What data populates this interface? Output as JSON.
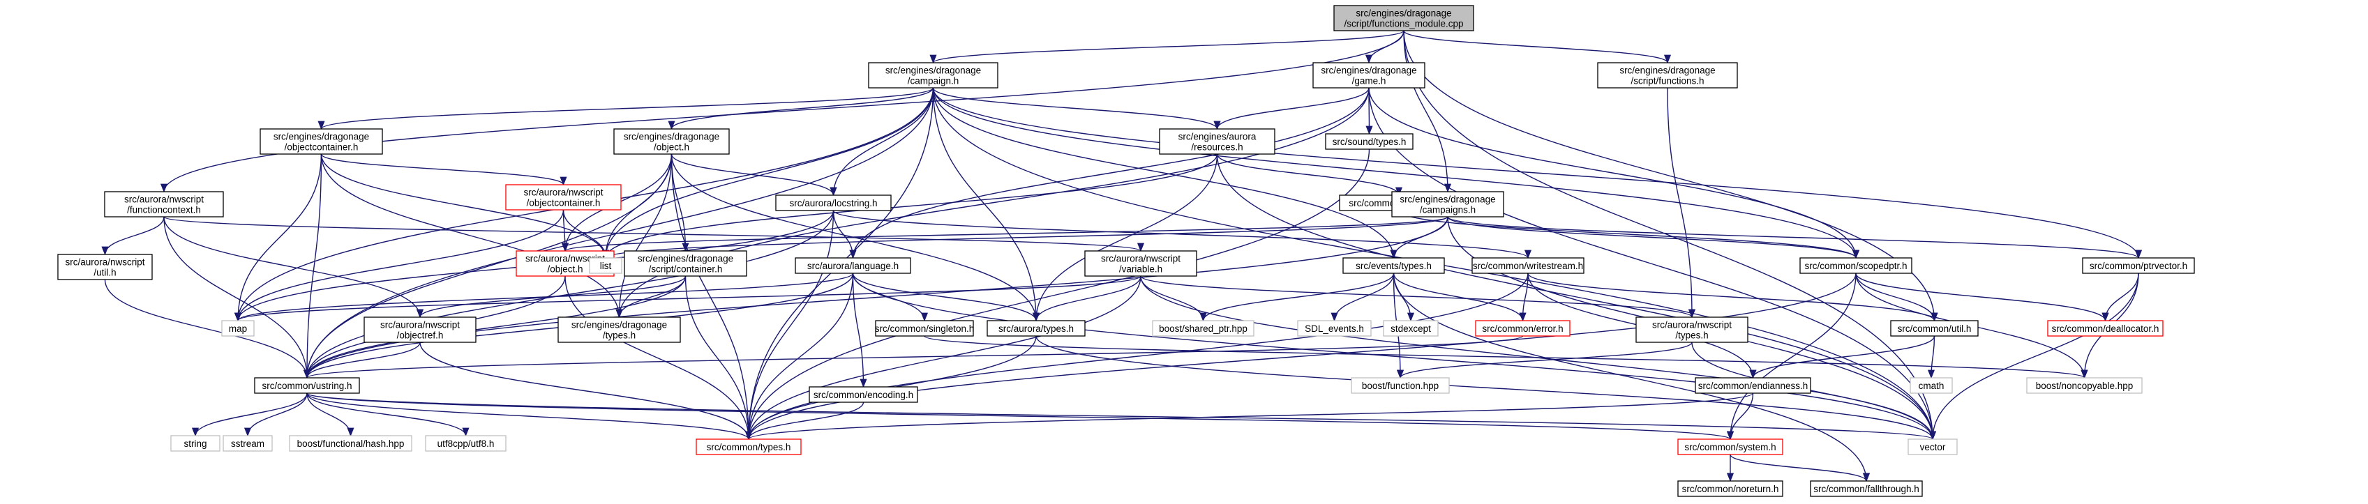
{
  "nodes": {
    "root": {
      "lines": [
        "src/engines/dragonage",
        "/script/functions_module.cpp"
      ],
      "style": "root"
    },
    "campaign": {
      "lines": [
        "src/engines/dragonage",
        "/campaign.h"
      ],
      "style": "normal"
    },
    "game": {
      "lines": [
        "src/engines/dragonage",
        "/game.h"
      ],
      "style": "normal"
    },
    "functions": {
      "lines": [
        "src/engines/dragonage",
        "/script/functions.h"
      ],
      "style": "normal"
    },
    "objectcontainer": {
      "lines": [
        "src/engines/dragonage",
        "/objectcontainer.h"
      ],
      "style": "normal"
    },
    "object": {
      "lines": [
        "src/engines/dragonage",
        "/object.h"
      ],
      "style": "normal"
    },
    "resources": {
      "lines": [
        "src/engines/aurora",
        "/resources.h"
      ],
      "style": "normal"
    },
    "soundtypes": {
      "lines": [
        "src/sound/types.h"
      ],
      "style": "normal"
    },
    "functioncontext": {
      "lines": [
        "src/aurora/nwscript",
        "/functioncontext.h"
      ],
      "style": "normal"
    },
    "nwobjectcontainer": {
      "lines": [
        "src/aurora/nwscript",
        "/objectcontainer.h"
      ],
      "style": "red"
    },
    "locstring": {
      "lines": [
        "src/aurora/locstring.h"
      ],
      "style": "normal"
    },
    "changeid": {
      "lines": [
        "src/common/changeid.h"
      ],
      "style": "normal"
    },
    "campaigns": {
      "lines": [
        "src/engines/dragonage",
        "/campaigns.h"
      ],
      "style": "normal"
    },
    "nwutil": {
      "lines": [
        "src/aurora/nwscript",
        "/util.h"
      ],
      "style": "normal"
    },
    "nwobject": {
      "lines": [
        "src/aurora/nwscript",
        "/object.h"
      ],
      "style": "red"
    },
    "list": {
      "lines": [
        "list"
      ],
      "style": "ext"
    },
    "scriptcontainer": {
      "lines": [
        "src/engines/dragonage",
        "/script/container.h"
      ],
      "style": "normal"
    },
    "language": {
      "lines": [
        "src/aurora/language.h"
      ],
      "style": "normal"
    },
    "variable": {
      "lines": [
        "src/aurora/nwscript",
        "/variable.h"
      ],
      "style": "normal"
    },
    "eventstypes": {
      "lines": [
        "src/events/types.h"
      ],
      "style": "normal"
    },
    "writestream": {
      "lines": [
        "src/common/writestream.h"
      ],
      "style": "normal"
    },
    "scopedptr": {
      "lines": [
        "src/common/scopedptr.h"
      ],
      "style": "normal"
    },
    "ptrvector": {
      "lines": [
        "src/common/ptrvector.h"
      ],
      "style": "normal"
    },
    "map": {
      "lines": [
        "map"
      ],
      "style": "ext"
    },
    "objectref": {
      "lines": [
        "src/aurora/nwscript",
        "/objectref.h"
      ],
      "style": "normal"
    },
    "dragonagetypes": {
      "lines": [
        "src/engines/dragonage",
        "/types.h"
      ],
      "style": "normal"
    },
    "singleton": {
      "lines": [
        "src/common/singleton.h"
      ],
      "style": "normal"
    },
    "auroratypes": {
      "lines": [
        "src/aurora/types.h"
      ],
      "style": "normal"
    },
    "sharedptr": {
      "lines": [
        "boost/shared_ptr.hpp"
      ],
      "style": "ext"
    },
    "sdlevents": {
      "lines": [
        "SDL_events.h"
      ],
      "style": "ext"
    },
    "stdexcept": {
      "lines": [
        "stdexcept"
      ],
      "style": "ext"
    },
    "error": {
      "lines": [
        "src/common/error.h"
      ],
      "style": "red"
    },
    "nwtypes": {
      "lines": [
        "src/aurora/nwscript",
        "/types.h"
      ],
      "style": "normal"
    },
    "util": {
      "lines": [
        "src/common/util.h"
      ],
      "style": "normal"
    },
    "deallocator": {
      "lines": [
        "src/common/deallocator.h"
      ],
      "style": "red"
    },
    "ustring": {
      "lines": [
        "src/common/ustring.h"
      ],
      "style": "normal"
    },
    "encoding": {
      "lines": [
        "src/common/encoding.h"
      ],
      "style": "normal"
    },
    "boostfunction": {
      "lines": [
        "boost/function.hpp"
      ],
      "style": "ext"
    },
    "endianness": {
      "lines": [
        "src/common/endianness.h"
      ],
      "style": "normal"
    },
    "cmath": {
      "lines": [
        "cmath"
      ],
      "style": "ext"
    },
    "noncopyable": {
      "lines": [
        "boost/noncopyable.hpp"
      ],
      "style": "ext"
    },
    "string": {
      "lines": [
        "string"
      ],
      "style": "ext"
    },
    "sstream": {
      "lines": [
        "sstream"
      ],
      "style": "ext"
    },
    "hash": {
      "lines": [
        "boost/functional/hash.hpp"
      ],
      "style": "ext"
    },
    "utf8": {
      "lines": [
        "utf8cpp/utf8.h"
      ],
      "style": "ext"
    },
    "commontypes": {
      "lines": [
        "src/common/types.h"
      ],
      "style": "red"
    },
    "system": {
      "lines": [
        "src/common/system.h"
      ],
      "style": "red"
    },
    "vector": {
      "lines": [
        "vector"
      ],
      "style": "ext"
    },
    "noreturn": {
      "lines": [
        "src/common/noreturn.h"
      ],
      "style": "normal"
    },
    "fallthrough": {
      "lines": [
        "src/common/fallthrough.h"
      ],
      "style": "normal"
    }
  },
  "edges": [
    [
      "root",
      "campaign"
    ],
    [
      "root",
      "game"
    ],
    [
      "root",
      "functions"
    ],
    [
      "root",
      "campaigns"
    ],
    [
      "root",
      "functioncontext"
    ],
    [
      "root",
      "util"
    ],
    [
      "root",
      "vector"
    ],
    [
      "campaign",
      "objectcontainer"
    ],
    [
      "campaign",
      "object"
    ],
    [
      "campaign",
      "resources"
    ],
    [
      "campaign",
      "locstring"
    ],
    [
      "campaign",
      "eventstypes"
    ],
    [
      "campaign",
      "scopedptr"
    ],
    [
      "campaign",
      "ptrvector"
    ],
    [
      "campaign",
      "auroratypes"
    ],
    [
      "campaign",
      "list"
    ],
    [
      "campaign",
      "map"
    ],
    [
      "campaign",
      "ustring"
    ],
    [
      "campaign",
      "commontypes"
    ],
    [
      "campaign",
      "vector"
    ],
    [
      "game",
      "resources"
    ],
    [
      "game",
      "soundtypes"
    ],
    [
      "game",
      "language"
    ],
    [
      "game",
      "scopedptr"
    ],
    [
      "game",
      "dragonagetypes"
    ],
    [
      "game",
      "vector"
    ],
    [
      "functions",
      "nwtypes"
    ],
    [
      "objectcontainer",
      "nwobjectcontainer"
    ],
    [
      "objectcontainer",
      "list"
    ],
    [
      "objectcontainer",
      "map"
    ],
    [
      "objectcontainer",
      "ustring"
    ],
    [
      "objectcontainer",
      "dragonagetypes"
    ],
    [
      "object",
      "nwobject"
    ],
    [
      "object",
      "locstring"
    ],
    [
      "object",
      "scriptcontainer"
    ],
    [
      "object",
      "auroratypes"
    ],
    [
      "object",
      "dragonagetypes"
    ],
    [
      "object",
      "list"
    ],
    [
      "object",
      "ustring"
    ],
    [
      "object",
      "commontypes"
    ],
    [
      "resources",
      "changeid"
    ],
    [
      "resources",
      "auroratypes"
    ],
    [
      "resources",
      "list"
    ],
    [
      "resources",
      "vector"
    ],
    [
      "soundtypes",
      "commontypes"
    ],
    [
      "functioncontext",
      "nwutil"
    ],
    [
      "functioncontext",
      "variable"
    ],
    [
      "functioncontext",
      "objectref"
    ],
    [
      "functioncontext",
      "ustring"
    ],
    [
      "nwobjectcontainer",
      "nwobject"
    ],
    [
      "nwobjectcontainer",
      "list"
    ],
    [
      "nwobjectcontainer",
      "map"
    ],
    [
      "locstring",
      "language"
    ],
    [
      "locstring",
      "writestream"
    ],
    [
      "locstring",
      "map"
    ],
    [
      "locstring",
      "ustring"
    ],
    [
      "locstring",
      "commontypes"
    ],
    [
      "changeid",
      "scopedptr"
    ],
    [
      "campaigns",
      "eventstypes"
    ],
    [
      "campaigns",
      "scopedptr"
    ],
    [
      "campaigns",
      "ptrvector"
    ],
    [
      "campaigns",
      "nwobject"
    ],
    [
      "campaigns",
      "list"
    ],
    [
      "campaigns",
      "vector"
    ],
    [
      "campaigns",
      "ustring"
    ],
    [
      "nwutil",
      "ustring"
    ],
    [
      "nwobject",
      "ustring"
    ],
    [
      "nwobject",
      "commontypes"
    ],
    [
      "scriptcontainer",
      "objectref"
    ],
    [
      "scriptcontainer",
      "dragonagetypes"
    ],
    [
      "scriptcontainer",
      "ustring"
    ],
    [
      "scriptcontainer",
      "commontypes"
    ],
    [
      "language",
      "singleton"
    ],
    [
      "language",
      "encoding"
    ],
    [
      "language",
      "auroratypes"
    ],
    [
      "language",
      "ustring"
    ],
    [
      "language",
      "commontypes"
    ],
    [
      "language",
      "map"
    ],
    [
      "language",
      "vector"
    ],
    [
      "variable",
      "nwtypes"
    ],
    [
      "variable",
      "auroratypes"
    ],
    [
      "variable",
      "sharedptr"
    ],
    [
      "variable",
      "commontypes"
    ],
    [
      "variable",
      "map"
    ],
    [
      "variable",
      "vector"
    ],
    [
      "eventstypes",
      "sharedptr"
    ],
    [
      "eventstypes",
      "sdlevents"
    ],
    [
      "eventstypes",
      "stdexcept"
    ],
    [
      "eventstypes",
      "error"
    ],
    [
      "eventstypes",
      "boostfunction"
    ],
    [
      "eventstypes",
      "fallthrough"
    ],
    [
      "writestream",
      "error"
    ],
    [
      "writestream",
      "endianness"
    ],
    [
      "writestream",
      "util"
    ],
    [
      "writestream",
      "commontypes"
    ],
    [
      "scopedptr",
      "util"
    ],
    [
      "scopedptr",
      "deallocator"
    ],
    [
      "scopedptr",
      "noncopyable"
    ],
    [
      "scopedptr",
      "system"
    ],
    [
      "scopedptr",
      "commontypes"
    ],
    [
      "ptrvector",
      "deallocator"
    ],
    [
      "ptrvector",
      "noncopyable"
    ],
    [
      "ptrvector",
      "vector"
    ],
    [
      "objectref",
      "ustring"
    ],
    [
      "objectref",
      "commontypes"
    ],
    [
      "auroratypes",
      "commontypes"
    ],
    [
      "auroratypes",
      "vector"
    ],
    [
      "error",
      "ustring"
    ],
    [
      "nwtypes",
      "boostfunction"
    ],
    [
      "nwtypes",
      "vector"
    ],
    [
      "util",
      "endianness"
    ],
    [
      "util",
      "cmath"
    ],
    [
      "singleton",
      "noncopyable"
    ],
    [
      "encoding",
      "commontypes"
    ],
    [
      "endianness",
      "system"
    ],
    [
      "endianness",
      "commontypes"
    ],
    [
      "ustring",
      "string"
    ],
    [
      "ustring",
      "sstream"
    ],
    [
      "ustring",
      "hash"
    ],
    [
      "ustring",
      "utf8"
    ],
    [
      "ustring",
      "commontypes"
    ],
    [
      "ustring",
      "system"
    ],
    [
      "ustring",
      "vector"
    ],
    [
      "system",
      "noreturn"
    ],
    [
      "system",
      "fallthrough"
    ]
  ]
}
